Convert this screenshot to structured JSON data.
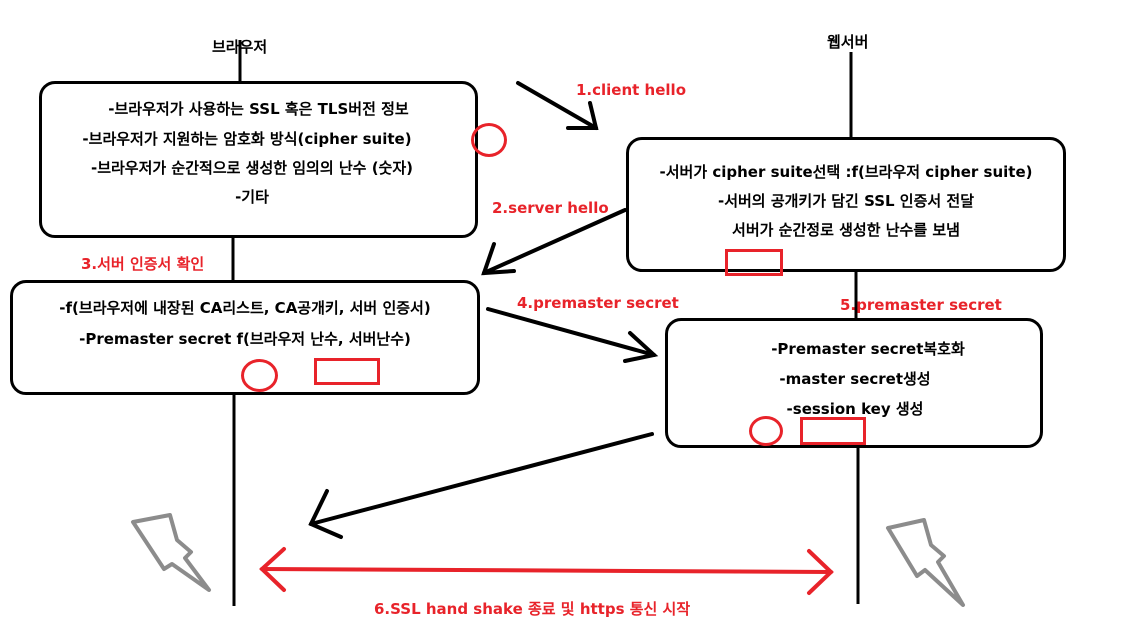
{
  "actors": {
    "browser": "브라우저",
    "server": "웹서버"
  },
  "steps": {
    "s1": "1.client hello",
    "s2": "2.server hello",
    "s3": "3.서버 인증서 확인",
    "s4": "4.premaster secret",
    "s5": "5.premaster secret",
    "s6": "6.SSL hand shake 종료 및 https 통신 시작"
  },
  "boxes": {
    "client_hello": [
      "-브라우저가 사용하는 SSL 혹은 TLS버전 정보",
      "-브라우저가 지원하는 암호화 방식(cipher suite)",
      "-브라우저가 순간적으로 생성한 임의의 난수 (숫자)",
      "-기타"
    ],
    "server_hello": [
      "-서버가 cipher suite선택 :f(브라우저 cipher suite)",
      "-서버의 공개키가 담긴 SSL 인증서 전달",
      "서버가 순간정로 생성한 난수를 보냄"
    ],
    "verify": [
      "-f(브라우저에 내장된 CA리스트, CA공개키, 서버 인증서)",
      "-Premaster secret f(브라우저 난수, 서버난수)"
    ],
    "server_keys": [
      "-Premaster secret복호화",
      "-master secret생성",
      "-session key 생성"
    ]
  },
  "colors": {
    "line": "#000000",
    "accent": "#e8232a",
    "lightning_gray": "#8c8c8c",
    "lightning_purple": "#9b4fb8"
  },
  "icons": [
    "lightning-icon",
    "lightning-icon-purple"
  ]
}
